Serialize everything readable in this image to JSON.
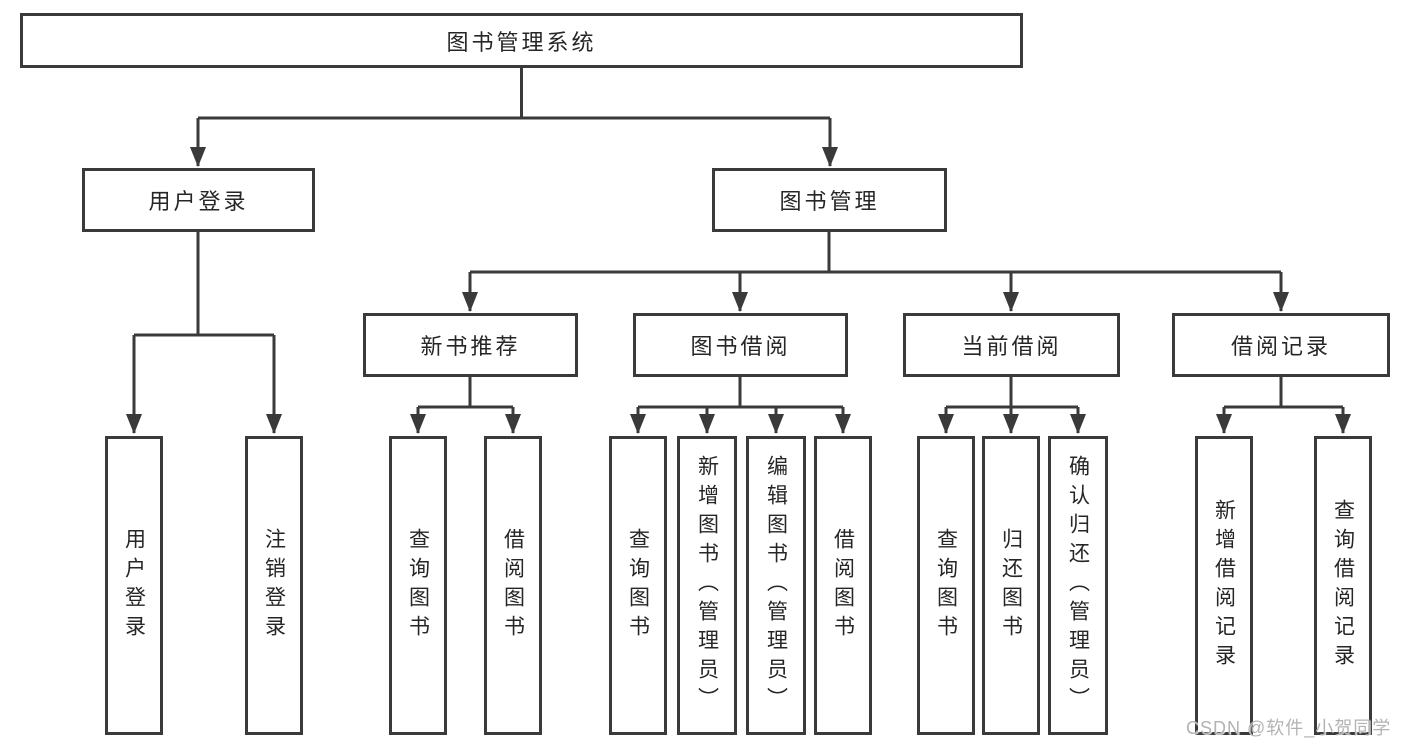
{
  "diagram": {
    "type": "hierarchy-tree",
    "title": "图书管理系统",
    "colors": {
      "line": "#3a3a3a",
      "box_border": "#3a3a3a",
      "box_fill": "#ffffff",
      "text": "#262626",
      "watermark": "#b3b3b3",
      "background": "#ffffff"
    },
    "tree": {
      "label": "图书管理系统",
      "children": [
        {
          "label": "用户登录",
          "children": [
            {
              "label": "用户登录"
            },
            {
              "label": "注销登录"
            }
          ]
        },
        {
          "label": "图书管理",
          "children": [
            {
              "label": "新书推荐",
              "children": [
                {
                  "label": "查询图书"
                },
                {
                  "label": "借阅图书"
                }
              ]
            },
            {
              "label": "图书借阅",
              "children": [
                {
                  "label": "查询图书"
                },
                {
                  "label": "新增图书（管理员）"
                },
                {
                  "label": "编辑图书（管理员）"
                },
                {
                  "label": "借阅图书"
                }
              ]
            },
            {
              "label": "当前借阅",
              "children": [
                {
                  "label": "查询图书"
                },
                {
                  "label": "归还图书"
                },
                {
                  "label": "确认归还（管理员）"
                }
              ]
            },
            {
              "label": "借阅记录",
              "children": [
                {
                  "label": "新增借阅记录"
                },
                {
                  "label": "查询借阅记录"
                }
              ]
            }
          ]
        }
      ]
    },
    "watermark": "CSDN @软件_小贺同学"
  }
}
